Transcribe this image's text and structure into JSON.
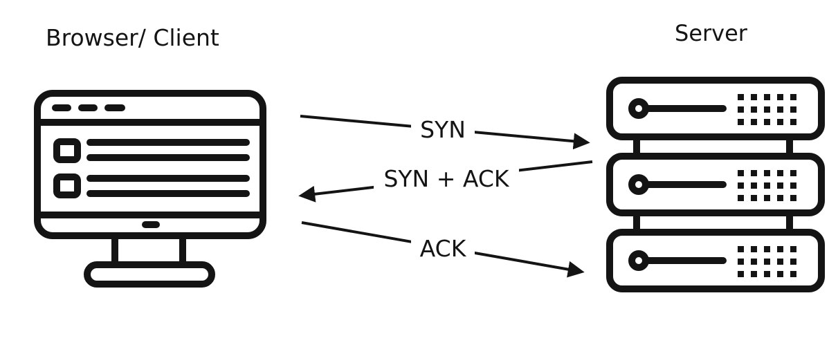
{
  "client": {
    "title": "Browser/ Client",
    "icon": "desktop-browser-icon"
  },
  "server": {
    "title": "Server",
    "icon": "server-rack-icon"
  },
  "messages": [
    {
      "label": "SYN",
      "direction": "client-to-server"
    },
    {
      "label": "SYN + ACK",
      "direction": "server-to-client"
    },
    {
      "label": "ACK",
      "direction": "client-to-server"
    }
  ],
  "colors": {
    "ink": "#141414",
    "background": "#ffffff"
  }
}
